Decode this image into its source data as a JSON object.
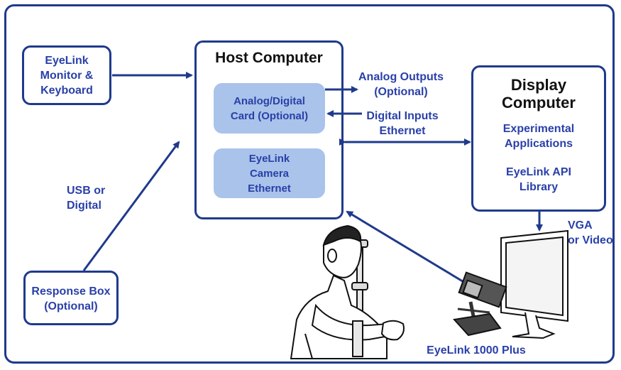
{
  "diagram": {
    "eyelink_monitor": "EyeLink\nMonitor &\nKeyboard",
    "host_title": "Host Computer",
    "analog_digital_card": "Analog/Digital\nCard (Optional)",
    "eyelink_camera_ethernet": "EyeLink\nCamera\nEthernet",
    "analog_outputs": "Analog Outputs\n(Optional)",
    "digital_inputs_ethernet": "Digital Inputs\nEthernet",
    "display_title": "Display\nComputer",
    "experimental_applications": "Experimental\nApplications",
    "eyelink_api": "EyeLink API\nLibrary",
    "usb_or_digital": "USB or\nDigital",
    "response_box": "Response Box\n(Optional)",
    "vga_or_video": "VGA\nor Video",
    "eyelink_1000_plus": "EyeLink 1000 Plus"
  },
  "colors": {
    "accent": "#2a40a8",
    "border": "#1f3a8c",
    "card_fill": "#a9c3ea"
  }
}
